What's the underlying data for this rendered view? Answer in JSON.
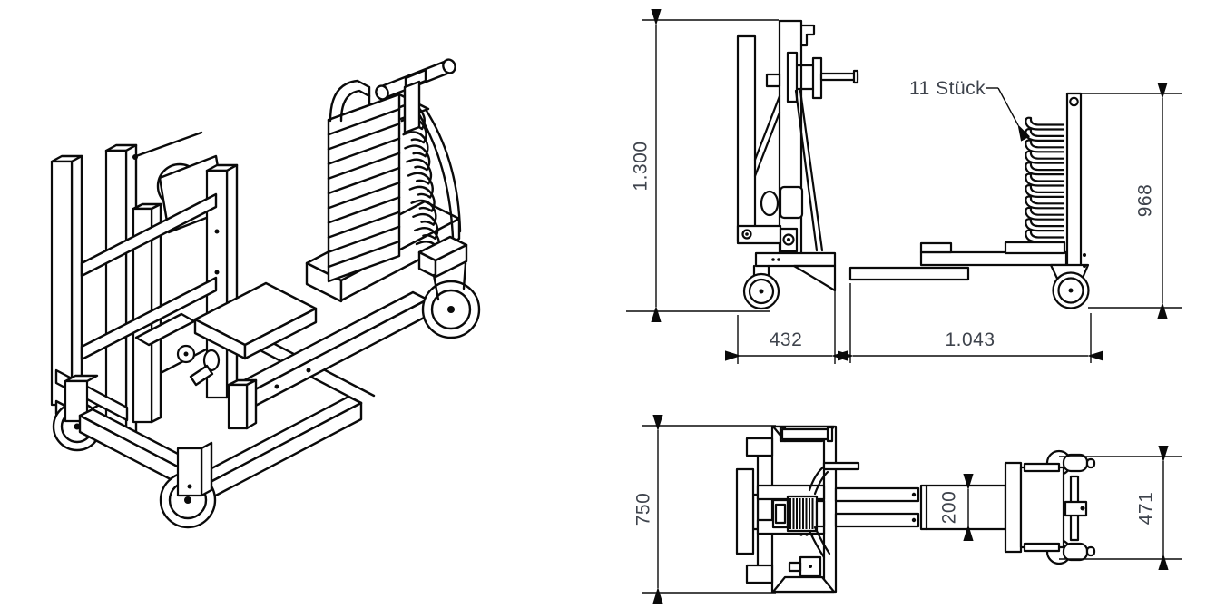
{
  "drawing": {
    "kind": "technical-drawing",
    "background": "#ffffff",
    "line_color": "#0a0a0a",
    "dim_text_color": "#3e434c",
    "stack_count": 11,
    "views": {
      "front": {
        "height_label": "1.300",
        "width_label": "432"
      },
      "side": {
        "stack_label": "11 Stück",
        "height_label": "968",
        "length_label": "1.043"
      },
      "plan": {
        "width_label": "750",
        "fork_label": "200",
        "carriage_label": "471"
      }
    }
  }
}
